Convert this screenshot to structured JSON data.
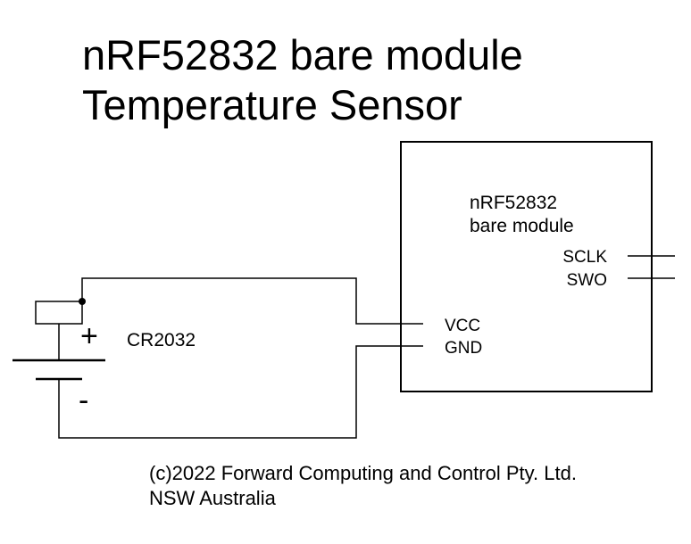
{
  "title": {
    "line1": "nRF52832 bare module",
    "line2": "Temperature Sensor"
  },
  "module": {
    "name_line1": "nRF52832",
    "name_line2": "bare module",
    "pins": {
      "sclk": "SCLK",
      "swo": "SWO",
      "vcc": "VCC",
      "gnd": "GND"
    }
  },
  "battery": {
    "label": "CR2032",
    "plus": "+",
    "minus": "-"
  },
  "footer": {
    "line1": "(c)2022 Forward Computing and Control Pty. Ltd.",
    "line2": "NSW Australia"
  }
}
